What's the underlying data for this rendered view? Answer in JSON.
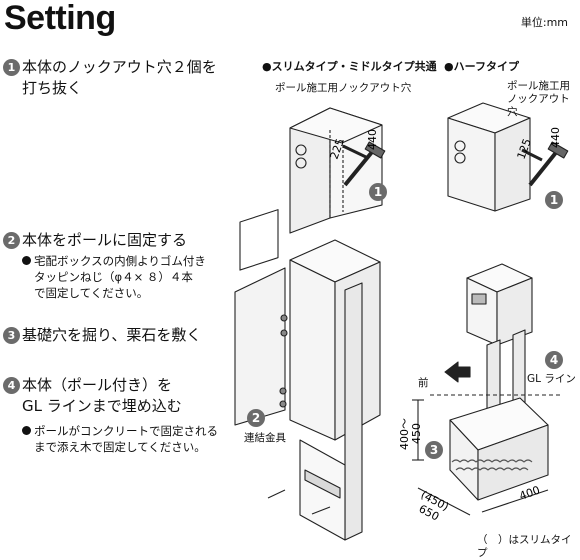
{
  "header": {
    "title": "Setting",
    "unit": "単位:mm"
  },
  "steps": [
    {
      "num": "1",
      "lines": [
        "本体のノックアウト穴２個を",
        "打ち抜く"
      ]
    },
    {
      "num": "2",
      "lines": [
        "本体をポールに固定する"
      ],
      "note": [
        "宅配ボックスの内側よりゴム付き",
        "タッピンねじ（φ４× ８）４本",
        "で固定してください。"
      ]
    },
    {
      "num": "3",
      "lines": [
        "基礎穴を掘り、栗石を敷く"
      ]
    },
    {
      "num": "4",
      "lines": [
        "本体（ポール付き）を",
        "GL ラインまで埋め込む"
      ],
      "note": [
        "ポールがコンクリートで固定される",
        "まで添え木で固定してください。"
      ]
    }
  ],
  "diagram1": {
    "heading": "スリムタイプ・ミドルタイプ共通",
    "label": "ポール施工用ノックアウト穴",
    "dim_a": "225",
    "dim_b": "440",
    "marker": "1"
  },
  "diagram2": {
    "heading": "ハーフタイプ",
    "label": [
      "ポール施工用",
      "ノックアウト穴"
    ],
    "dim_a": "125",
    "dim_b": "440",
    "marker": "1"
  },
  "diagram3": {
    "marker": "2",
    "label": "連結金具"
  },
  "diagram4": {
    "front": "前",
    "marker_gl": "4",
    "gl_label": "GL ライン",
    "height_dim": [
      "400～",
      "450"
    ],
    "marker_base": "3",
    "depth_dim": [
      "(450)",
      "650"
    ],
    "width_dim": "400",
    "footnote": "（　）はスリムタイプ"
  }
}
